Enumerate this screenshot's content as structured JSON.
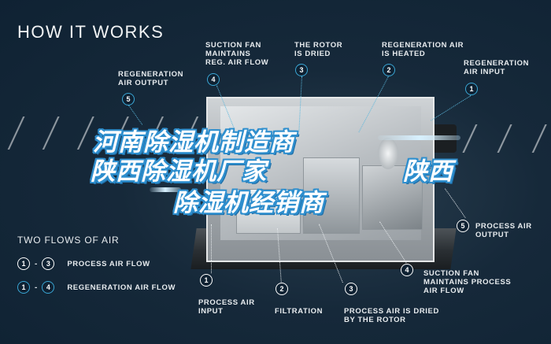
{
  "title": "HOW IT WORKS",
  "colors": {
    "background": "#0f2233",
    "accent_blue": "#3aa7d6",
    "label_text": "#e8ecef",
    "watermark_outline": "#2f8fce"
  },
  "top_labels": [
    {
      "num": "5",
      "text": "REGENERATION AIR OUTPUT",
      "line1": "REGENERATION",
      "line2": "AIR OUTPUT",
      "line3": ""
    },
    {
      "num": "4",
      "text": "SUCTION FAN MAINTAINS REG. AIR FLOW",
      "line1": "SUCTION FAN",
      "line2": "MAINTAINS",
      "line3": "REG. AIR FLOW"
    },
    {
      "num": "3",
      "text": "THE ROTOR IS DRIED",
      "line1": "THE ROTOR",
      "line2": "IS DRIED",
      "line3": ""
    },
    {
      "num": "2",
      "text": "REGENERATION AIR IS HEATED",
      "line1": "REGENERATION AIR",
      "line2": "IS HEATED",
      "line3": ""
    },
    {
      "num": "1",
      "text": "REGENERATION AIR INPUT",
      "line1": "REGENERATION",
      "line2": "AIR INPUT",
      "line3": ""
    }
  ],
  "bottom_labels": [
    {
      "num": "1",
      "line1": "PROCESS AIR",
      "line2": "INPUT",
      "line3": ""
    },
    {
      "num": "2",
      "line1": "FILTRATION",
      "line2": "",
      "line3": ""
    },
    {
      "num": "3",
      "line1": "PROCESS AIR IS DRIED",
      "line2": "BY THE ROTOR",
      "line3": ""
    },
    {
      "num": "4",
      "line1": "SUCTION FAN",
      "line2": "MAINTAINS PROCESS",
      "line3": "AIR FLOW"
    },
    {
      "num": "5",
      "line1": "PROCESS AIR",
      "line2": "OUTPUT",
      "line3": ""
    }
  ],
  "legend": {
    "title": "TWO FLOWS OF AIR",
    "rows": [
      {
        "from": "1",
        "to": "3",
        "dash": "-",
        "label": "PROCESS AIR FLOW",
        "style": "white"
      },
      {
        "from": "1",
        "to": "4",
        "dash": "-",
        "label": "REGENERATION AIR FLOW",
        "style": "blue"
      }
    ]
  },
  "watermark": {
    "line1": "河南除湿机制造商",
    "line2a": "陕西除湿机厂家",
    "line2b": "陕西",
    "line3": "除湿机经销商"
  }
}
